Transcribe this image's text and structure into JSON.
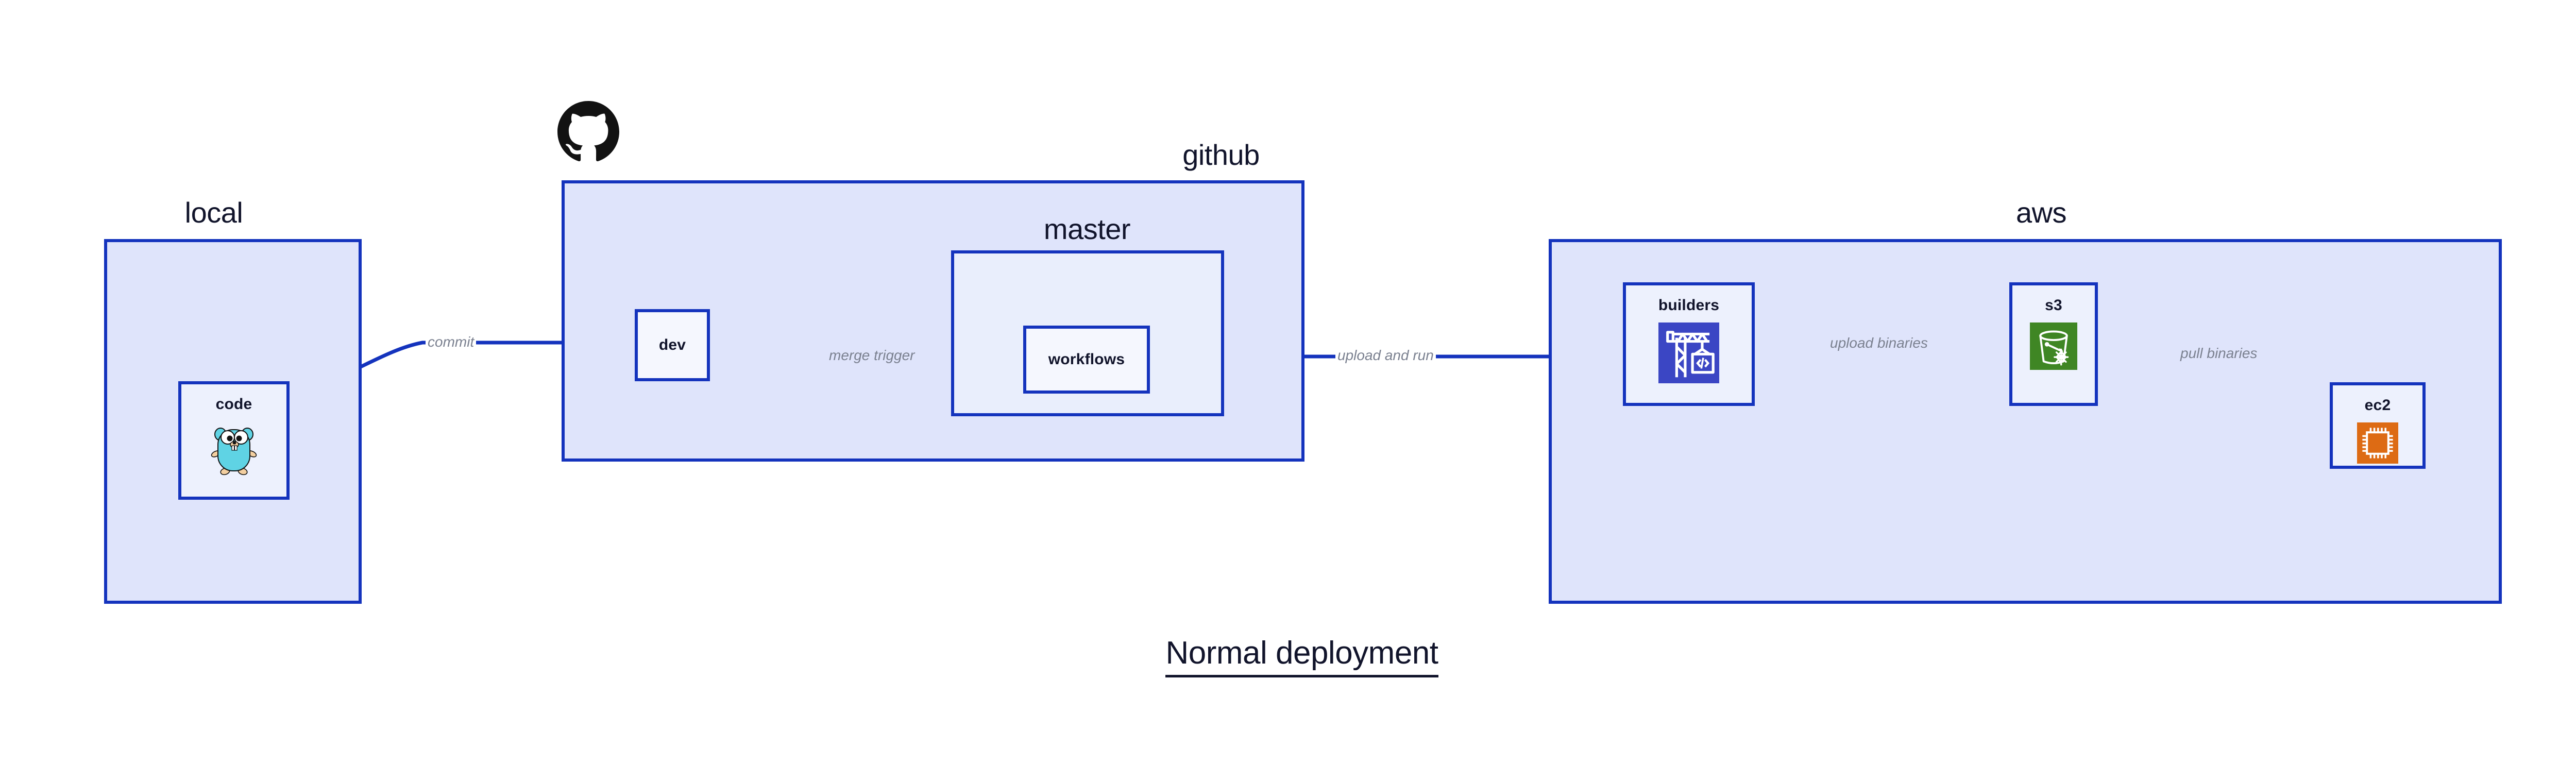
{
  "figure": {
    "caption": "Normal deployment"
  },
  "zones": [
    {
      "id": "local",
      "title": "local"
    },
    {
      "id": "github",
      "title": "github"
    },
    {
      "id": "master",
      "title": "master"
    },
    {
      "id": "aws",
      "title": "aws"
    }
  ],
  "nodes": [
    {
      "id": "code",
      "label": "code",
      "icon": "go-gopher-icon"
    },
    {
      "id": "dev",
      "label": "dev",
      "icon": null
    },
    {
      "id": "workflows",
      "label": "workflows",
      "icon": null
    },
    {
      "id": "builders",
      "label": "builders",
      "icon": "aws-builders-crane-icon"
    },
    {
      "id": "s3",
      "label": "s3",
      "icon": "aws-s3-bucket-icon"
    },
    {
      "id": "ec2",
      "label": "ec2",
      "icon": "aws-ec2-chip-icon"
    }
  ],
  "edges": [
    {
      "id": "code-to-dev",
      "label": "commit"
    },
    {
      "id": "dev-to-workflows",
      "label": "merge trigger"
    },
    {
      "id": "workflows-to-builders",
      "label": "upload and run"
    },
    {
      "id": "builders-to-s3",
      "label": "upload binaries"
    },
    {
      "id": "s3-to-ec2",
      "label": "pull binaries"
    }
  ],
  "brand": {
    "github_logo": "github-octocat-icon"
  },
  "colors": {
    "zone_fill": "#dfe4fb",
    "master_fill": "#e9eefc",
    "node_fill": "#edf1fd",
    "border": "#1433bd",
    "arrow": "#1433bd",
    "edge_label": "#7b8190",
    "text": "#11142b",
    "builders_icon_bg": "#3b46c4",
    "s3_icon_bg": "#3f8624",
    "ec2_icon_bg": "#dd6b14",
    "gopher_body": "#5fd3e4"
  }
}
